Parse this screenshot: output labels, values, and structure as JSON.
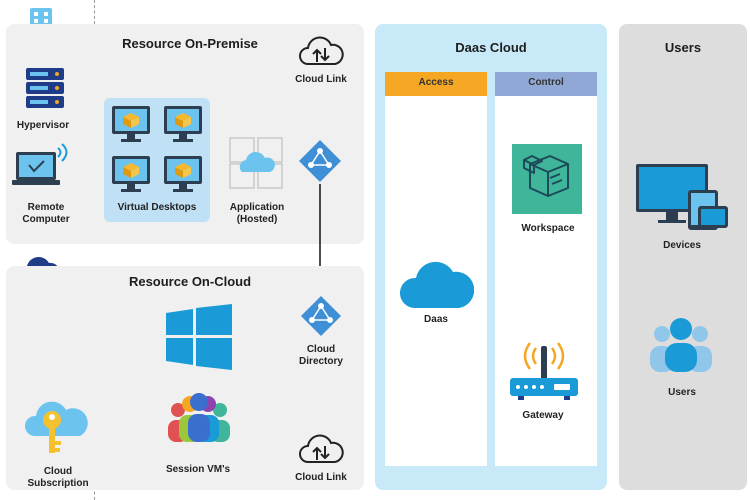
{
  "premise": {
    "title": "Resource On-Premise",
    "hypervisor": "Hypervisor",
    "remote_computer": "Remote Computer",
    "virtual_desktops": "Virtual Desktops",
    "application": "Application (Hosted)",
    "cloud_link": "Cloud Link"
  },
  "cloud": {
    "title": "Resource On-Cloud",
    "cloud_directory": "Cloud Directory",
    "cloud_subscription": "Cloud Subscription",
    "session_vms": "Session VM's",
    "cloud_link": "Cloud Link"
  },
  "daas": {
    "title": "Daas Cloud",
    "access_header": "Access",
    "control_header": "Control",
    "daas_label": "Daas",
    "workspace": "Workspace",
    "gateway": "Gateway"
  },
  "users": {
    "title": "Users",
    "devices": "Devices",
    "users_label": "Users"
  },
  "colors": {
    "gray_panel": "#f0f0f0",
    "daas_panel": "#c8e9f7",
    "users_panel": "#dddddd",
    "access_header": "#f5a623",
    "control_header": "#8fa8d6",
    "cloud_blue": "#1a9ad6",
    "workspace_green": "#3fb59a"
  }
}
